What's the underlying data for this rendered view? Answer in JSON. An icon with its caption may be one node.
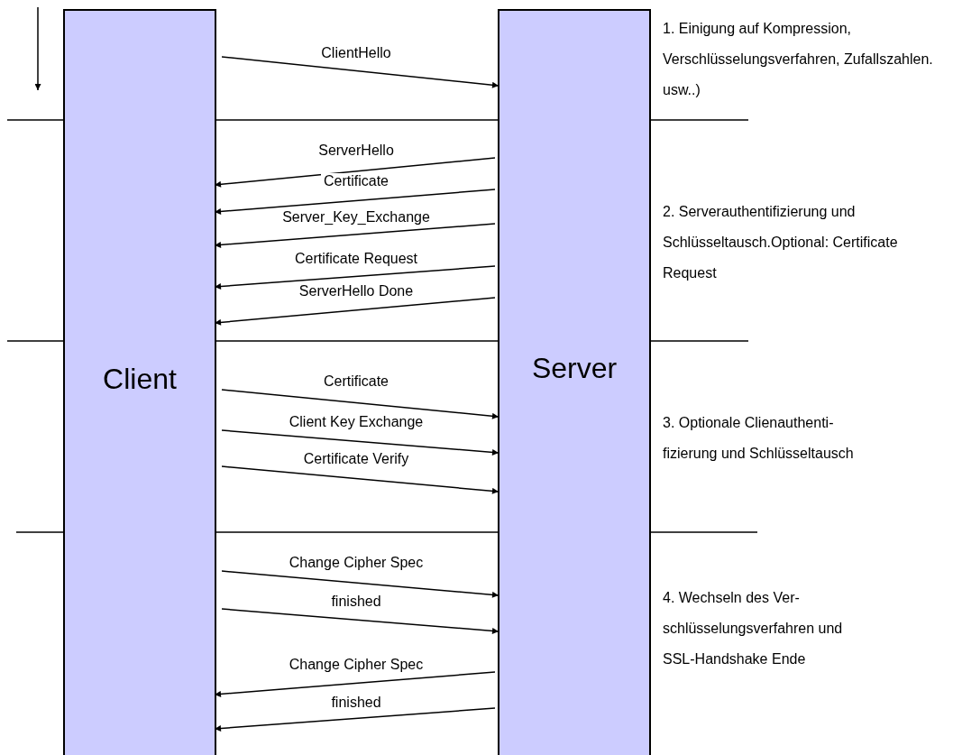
{
  "diagram": {
    "nodes": [
      {
        "text": [
          "Client"
        ]
      },
      {
        "text": [
          "Server"
        ]
      }
    ],
    "edges": [
      {
        "from": 0,
        "to": 1,
        "arrow": "to",
        "label": "ClientHello"
      },
      {
        "from": 1,
        "to": 0,
        "arrow": "to",
        "label": "ServerHello"
      },
      {
        "from": 1,
        "to": 0,
        "arrow": "to",
        "label": "Certificate"
      },
      {
        "from": 1,
        "to": 0,
        "arrow": "to",
        "label": "Server_Key_Exchange"
      },
      {
        "from": 1,
        "to": 0,
        "arrow": "to",
        "label": "Certificate Request"
      },
      {
        "from": 1,
        "to": 0,
        "arrow": "to",
        "label": "ServerHello Done"
      },
      {
        "from": 0,
        "to": 1,
        "arrow": "to",
        "label": "Certificate"
      },
      {
        "from": 0,
        "to": 1,
        "arrow": "to",
        "label": "Client Key Exchange"
      },
      {
        "from": 0,
        "to": 1,
        "arrow": "to",
        "label": "Certificate Verify"
      },
      {
        "from": 0,
        "to": 1,
        "arrow": "to",
        "label": "Change Cipher Spec"
      },
      {
        "from": 0,
        "to": 1,
        "arrow": "to",
        "label": "finished"
      },
      {
        "from": 1,
        "to": 0,
        "arrow": "to",
        "label": "Change Cipher Spec"
      },
      {
        "from": 1,
        "to": 0,
        "arrow": "to",
        "label": "finished"
      }
    ],
    "labels": [
      "1. Einigung auf Kompression, Verschlüsselungsverfahren, Zufallszahlen. usw..)",
      "2. Serverauthentifizierung und Schlüsseltausch.Optional: Certificate Request",
      "3. Optionale Clienauthenti- fizierung und Schlüsseltausch",
      "4. Wechseln des Ver- schlüsselungsverfahren und SSL-Handshake Ende"
    ]
  }
}
